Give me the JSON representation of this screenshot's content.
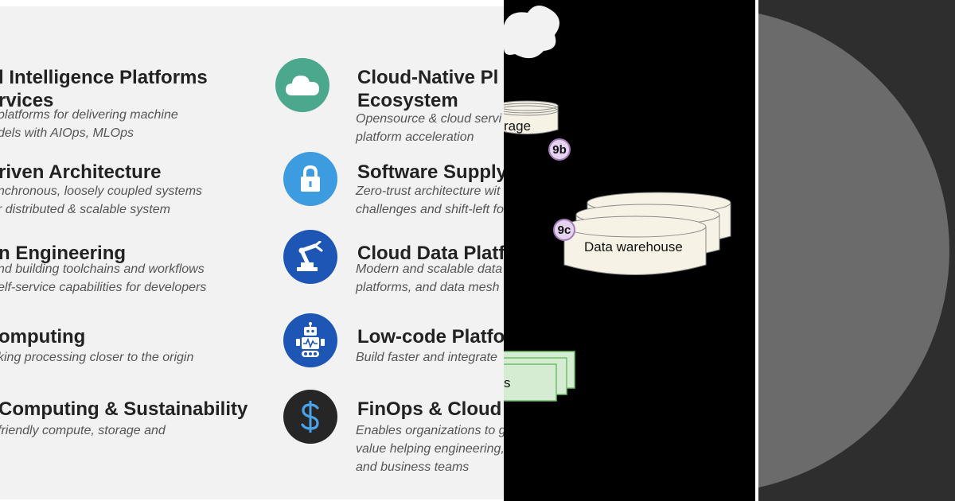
{
  "colors": {
    "slide_bg": "#f2f2f2",
    "teal": "#4ba88d",
    "sky_blue": "#3d9be0",
    "royal_blue": "#1e56b5",
    "dark_circle": "#262626",
    "dollar_blue": "#4aa3e8",
    "storage_fill": "#f6f3e6",
    "badge_fill": "#e6d3ef",
    "queue_fill": "#d6ecd2",
    "queue_border": "#6cbf6a"
  },
  "trends_left": [
    {
      "title_lines": [
        "l Intelligence Platforms",
        "rvices"
      ],
      "desc_lines": [
        "platforms for delivering machine",
        "dels with AIOps, MLOps"
      ]
    },
    {
      "title_lines": [
        "riven Architecture"
      ],
      "desc_lines": [
        "nchronous, loosely coupled systems",
        "r distributed & scalable system"
      ]
    },
    {
      "title_lines": [
        "n Engineering"
      ],
      "desc_lines": [
        "nd building toolchains and workflows",
        "elf-service capabilities for developers"
      ]
    },
    {
      "title_lines": [
        "omputing"
      ],
      "desc_lines": [
        "king processing closer to the origin"
      ]
    },
    {
      "title_lines": [
        "Computing & Sustainability"
      ],
      "desc_lines": [
        "friendly compute, storage and"
      ]
    }
  ],
  "trends_right": [
    {
      "icon": "cloud-icon",
      "title_lines": [
        "Cloud-Native Pl",
        "Ecosystem"
      ],
      "desc_lines": [
        "Opensource & cloud servi",
        "platform acceleration"
      ]
    },
    {
      "icon": "lock-icon",
      "title_lines": [
        "Software Supply"
      ],
      "desc_lines": [
        "Zero-trust architecture wit",
        "challenges and shift-left fo"
      ]
    },
    {
      "icon": "robotic-arm-icon",
      "title_lines": [
        "Cloud Data Platf"
      ],
      "desc_lines": [
        "Modern and scalable data",
        "platforms, and data mesh"
      ]
    },
    {
      "icon": "robot-icon",
      "title_lines": [
        "Low-code Platfo"
      ],
      "desc_lines": [
        "Build faster and integrate"
      ]
    },
    {
      "icon": "dollar-icon",
      "title_lines": [
        "FinOps & Cloud"
      ],
      "desc_lines": [
        "Enables organizations to g",
        "value helping engineering,",
        "and business teams"
      ]
    }
  ],
  "diagram": {
    "storage_label": "rage",
    "badge_9b": "9b",
    "badge_9c": "9c",
    "warehouse_label": "Data warehouse",
    "queue_label": "s"
  }
}
